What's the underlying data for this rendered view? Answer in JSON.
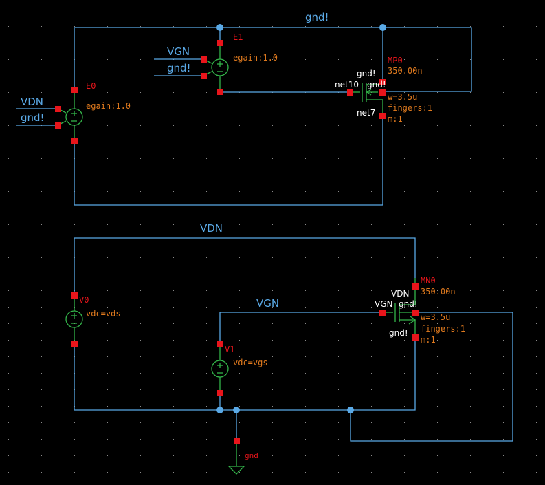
{
  "nets": {
    "top_gnd": "gnd!",
    "e0_vdn": "VDN",
    "e0_gnd": "gnd!",
    "e1_vgn": "VGN",
    "e1_gnd": "gnd!",
    "bottom_vdn": "VDN",
    "bottom_vgn": "VGN"
  },
  "E0": {
    "name": "E0",
    "gain": "egain:1.0"
  },
  "E1": {
    "name": "E1",
    "gain": "egain:1.0"
  },
  "MP0": {
    "name": "MP0",
    "length": "350.00n",
    "width": "w=3.5u",
    "fingers": "fingers:1",
    "m": "m:1",
    "pin_source": "gnd!",
    "pin_bulk": "gnd!",
    "pin_gate": "net10",
    "pin_drain": "net7"
  },
  "MN0": {
    "name": "MN0",
    "length": "350.00n",
    "width": "w=3.5u",
    "fingers": "fingers:1",
    "m": "m:1",
    "pin_drain": "VDN",
    "pin_gate": "VGN",
    "pin_bulk": "gnd!",
    "pin_source": "gnd!"
  },
  "V0": {
    "name": "V0",
    "value": "vdc=vds"
  },
  "V1": {
    "name": "V1",
    "value": "vdc=vgs"
  },
  "GND": {
    "label": "gnd"
  }
}
